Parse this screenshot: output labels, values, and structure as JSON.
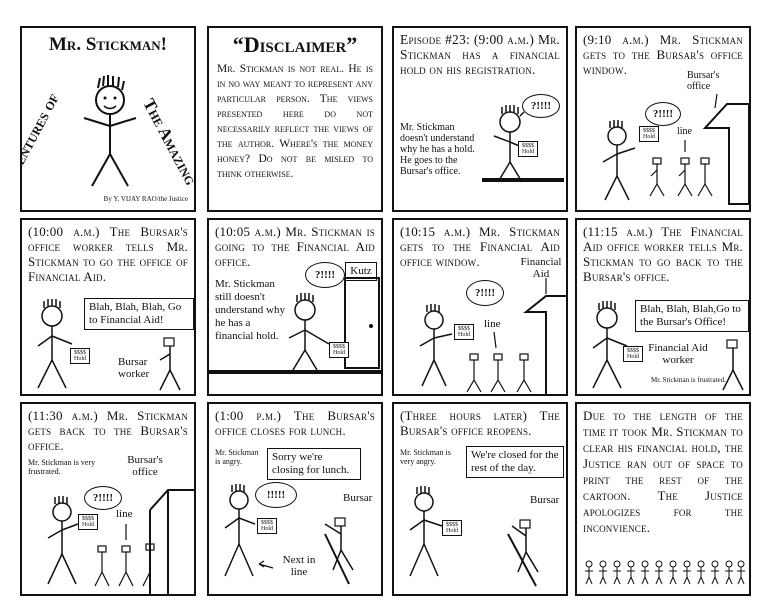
{
  "title_panel": {
    "title": "Mr. Stickman!",
    "left_side": "Adventures of",
    "right_side": "The Amazing",
    "byline": "By Y. VIJAY RAO/the Justice"
  },
  "disclaimer": {
    "title": "“Disclaimer”",
    "body": "Mr. Stickman is not real. He is in no way meant to represent any particular person. The views presented here do not necessarily reflect the views of the author. Where's the money honey? Do not be misled to think otherwise."
  },
  "panel3": {
    "caption": "Episode #23: (9:00 a.m.) Mr. Stickman has a financial hold on his registration.",
    "note": "Mr. Stickman doesn't understand why he has a hold. He goes to the Bursar's office.",
    "bubble": "?!!!!",
    "hold": "$$$$ Hold"
  },
  "panel4": {
    "caption": "(9:10 a.m.) Mr. Stickman gets to the Bursar's office window.",
    "label_office": "Bursar's office",
    "label_line": "line",
    "bubble": "?!!!!",
    "hold": "$$$$ Hold"
  },
  "panel5": {
    "caption": "(10:00 a.m.) The Bursar's office worker tells Mr. Stickman to go the office of Financial Aid.",
    "speech": "Blah, Blah, Blah, Go to Financial Aid!",
    "label_worker": "Bursar worker",
    "hold": "$$$$ Hold"
  },
  "panel6": {
    "caption": "(10:05 a.m.) Mr. Stickman is going to the Financial Aid office.",
    "note": "Mr. Stickman still doesn't understand why he has a financial hold.",
    "door_sign": "Kutz",
    "bubble": "?!!!!",
    "hold": "$$$$ Hold"
  },
  "panel7": {
    "caption": "(10:15 a.m.) Mr. Stickman gets to the Financial Aid office window.",
    "label_office": "Financial Aid",
    "label_line": "line",
    "bubble": "?!!!!",
    "hold": "$$$$ Hold"
  },
  "panel8": {
    "caption": "(11:15 a.m.) The Financial Aid office worker tells Mr. Stickman to go back to the Bursar's office.",
    "speech": "Blah, Blah, Blah,Go to the Bursar's Office!",
    "label_worker": "Financial Aid worker",
    "note": "Mr. Stickman is frustrated.",
    "hold": "$$$$ Hold"
  },
  "panel9": {
    "caption": "(11:30 a.m.) Mr. Stickman gets back to the Bursar's office.",
    "note": "Mr. Stickman is very frustrated.",
    "label_office": "Bursar's office",
    "label_line": "line",
    "bubble": "?!!!!",
    "hold": "$$$$ Hold"
  },
  "panel10": {
    "caption": "(1:00 p.m.) The Bursar's office closes for lunch.",
    "note": "Mr. Stickman is angry.",
    "speech": "Sorry we're closing for lunch.",
    "bubble": "!!!!!",
    "label_bursar": "Bursar",
    "label_next": "Next in line",
    "hold": "$$$$ Hold"
  },
  "panel11": {
    "caption": "(Three hours later) The Bursar's office reopens.",
    "note": "Mr. Stickman is very angry.",
    "speech": "We're closed for the rest of the day.",
    "label_bursar": "Bursar",
    "hold": "$$$$ Hold"
  },
  "panel12": {
    "caption": "Due to the length of the time it took Mr. Stickman to clear his financial hold, the Justice ran out of space to print the rest of the cartoon. The Justice apologizes for the inconvience."
  }
}
